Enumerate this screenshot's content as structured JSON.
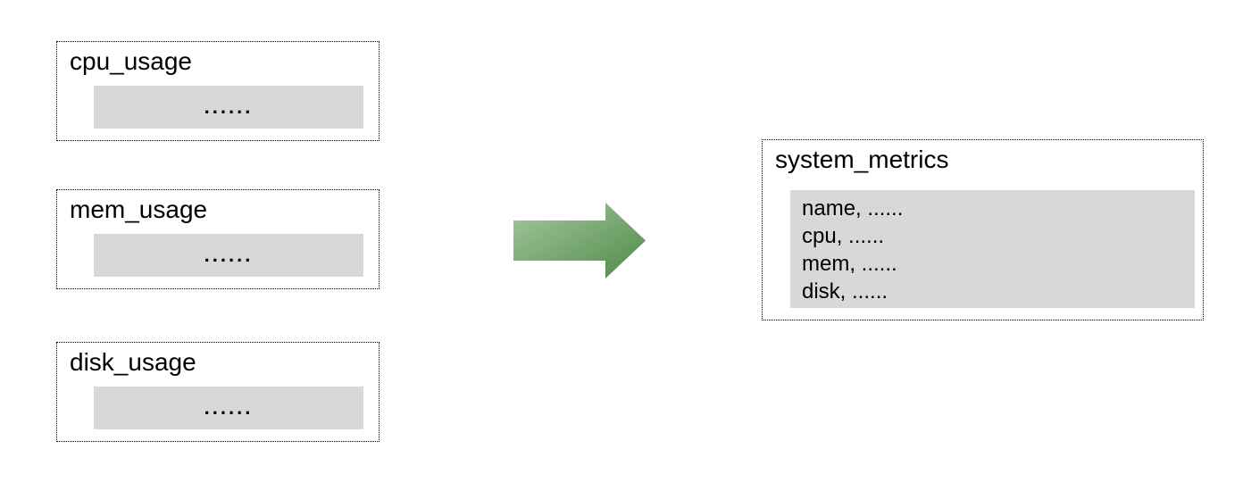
{
  "diagram": {
    "sources": [
      {
        "title": "cpu_usage",
        "placeholder": "......"
      },
      {
        "title": "mem_usage",
        "placeholder": "......"
      },
      {
        "title": "disk_usage",
        "placeholder": "......"
      }
    ],
    "arrow": {
      "name": "arrow-right",
      "gradient_start": "#a5c89e",
      "gradient_end": "#4f8a48"
    },
    "result": {
      "title": "system_metrics",
      "fields": [
        "name, ......",
        "cpu, ......",
        "mem, ......",
        "disk, ......"
      ]
    },
    "colors": {
      "panel_fill": "#d8d8d8",
      "border": "#000000",
      "background": "#ffffff"
    }
  }
}
